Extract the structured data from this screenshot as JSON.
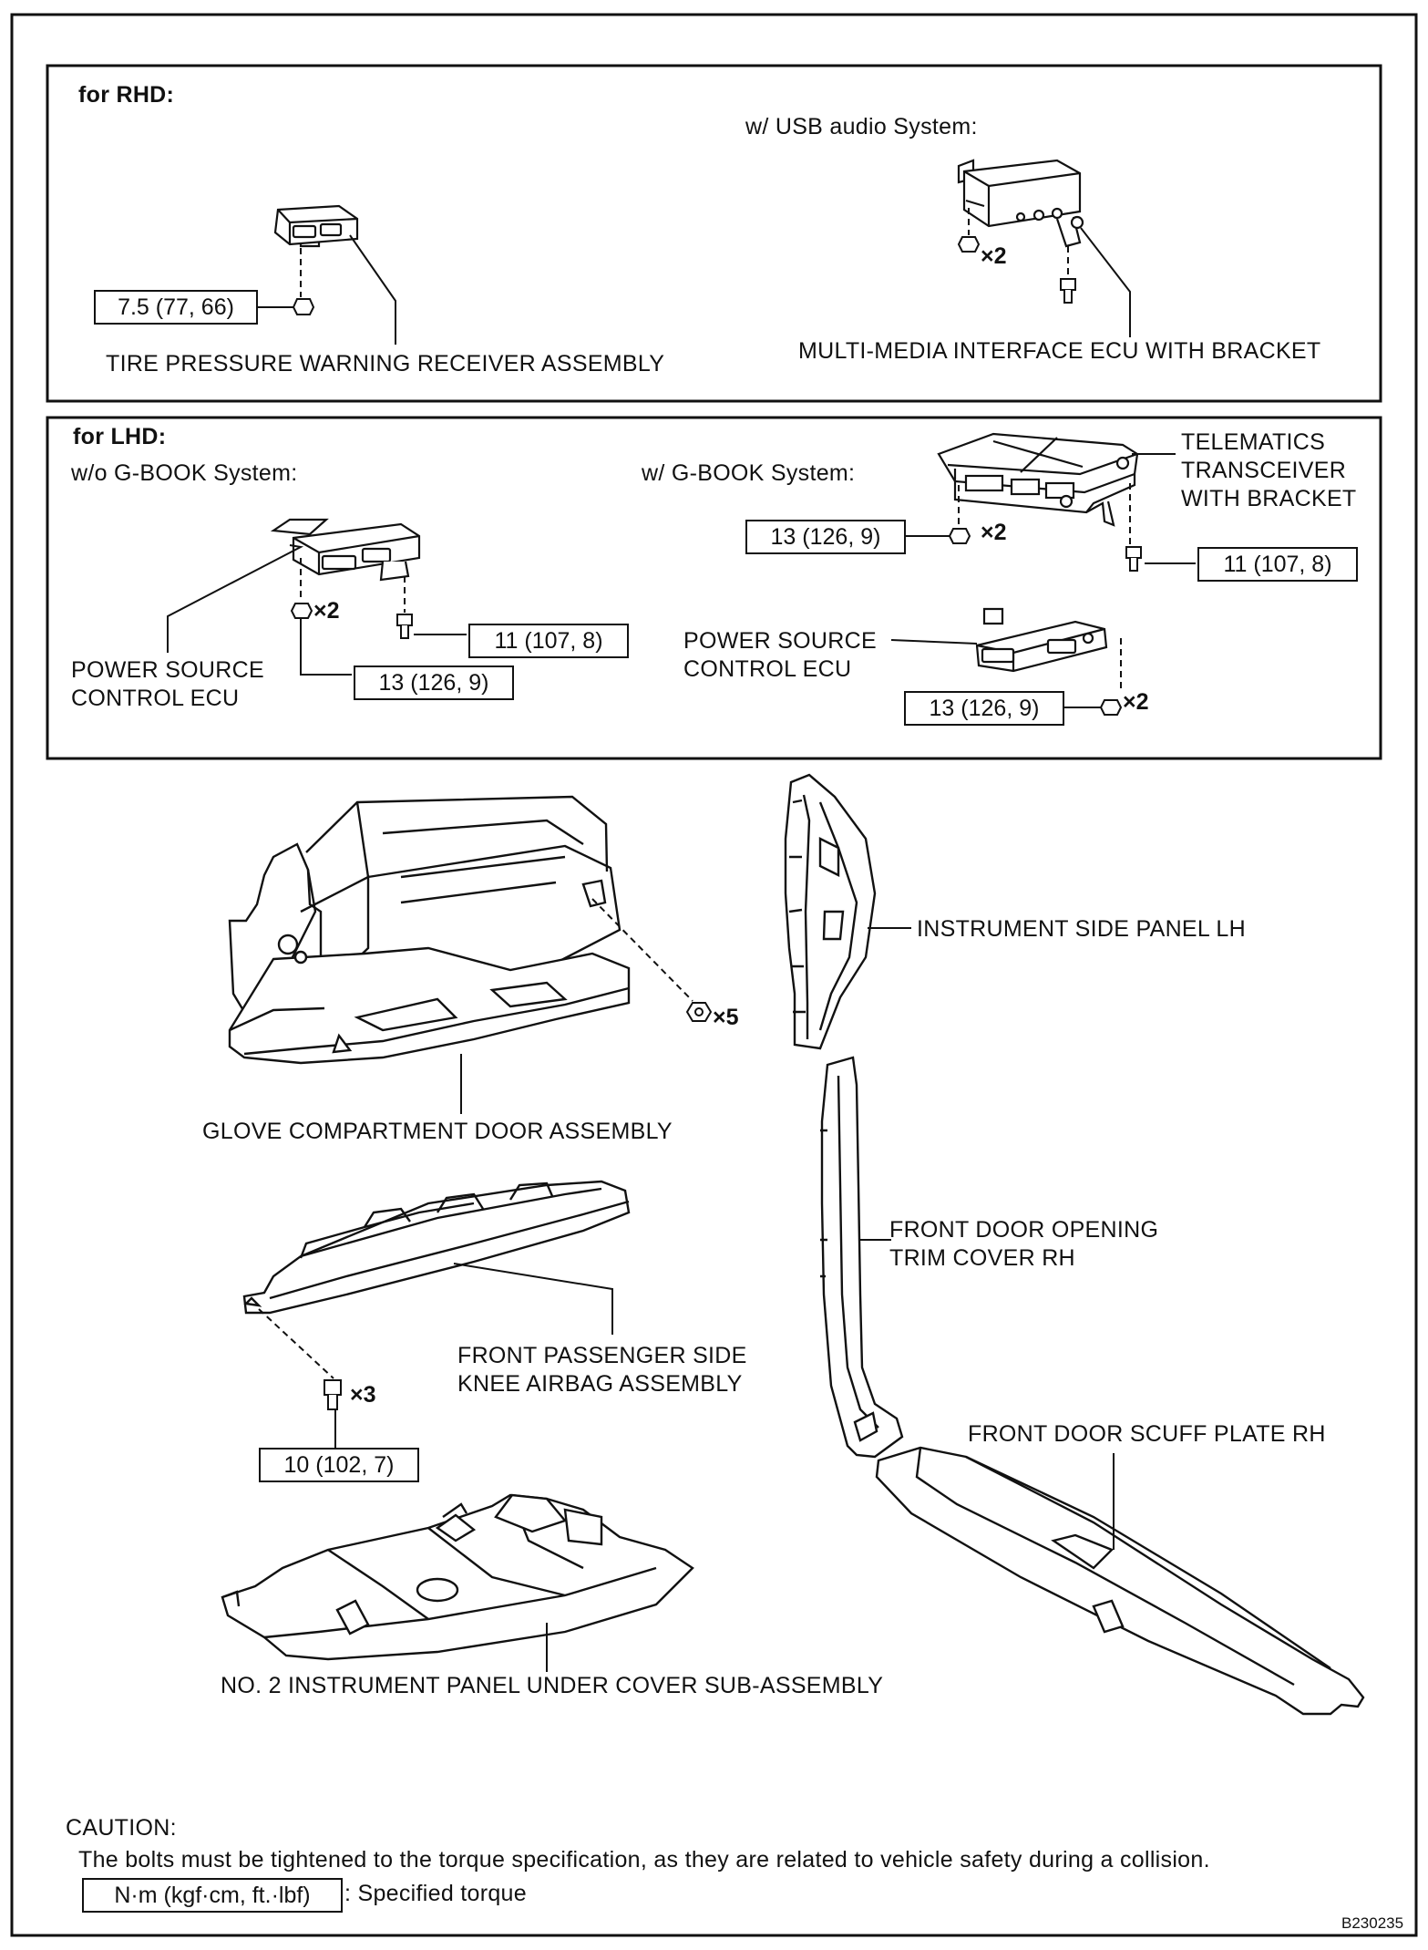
{
  "rhd": {
    "heading": "for RHD:",
    "usb_heading": "w/ USB audio System:",
    "torque": "7.5 (77, 66)",
    "tire_label": "TIRE PRESSURE WARNING RECEIVER ASSEMBLY",
    "mmi_label": "MULTI-MEDIA INTERFACE ECU WITH BRACKET",
    "mult_mmi": "×2"
  },
  "lhd": {
    "heading": "for LHD:",
    "wo_gbook": "w/o G-BOOK System:",
    "w_gbook": "w/ G-BOOK System:",
    "telematics": "TELEMATICS\nTRANSCEIVER\nWITH BRACKET",
    "psc_left": "POWER SOURCE\nCONTROL ECU",
    "psc_right": "POWER SOURCE\nCONTROL ECU",
    "torque_13_left": "13 (126, 9)",
    "torque_11_left": "11 (107, 8)",
    "torque_13_tele": "13 (126, 9)",
    "torque_11_tele": "11 (107, 8)",
    "torque_13_right": "13 (126, 9)",
    "mult_left": "×2",
    "mult_tele": "×2",
    "mult_right": "×2"
  },
  "main": {
    "instrument_side_panel": "INSTRUMENT SIDE PANEL LH",
    "glove_compartment": "GLOVE COMPARTMENT DOOR ASSEMBLY",
    "mult_glove": "×5",
    "front_door_opening": "FRONT DOOR OPENING\nTRIM COVER RH",
    "knee_airbag": "FRONT PASSENGER SIDE\nKNEE AIRBAG ASSEMBLY",
    "mult_knee": "×3",
    "torque_knee": "10 (102, 7)",
    "scuff_plate": "FRONT DOOR SCUFF PLATE RH",
    "under_cover": "NO. 2 INSTRUMENT PANEL UNDER COVER SUB-ASSEMBLY"
  },
  "caution": {
    "title": "CAUTION:",
    "text": "The bolts must be tightened to the torque specification, as they are related to vehicle safety during a collision.",
    "legend_box": "N·m (kgf·cm, ft.·lbf)",
    "legend_text": ": Specified torque"
  },
  "figure_code": "B230235"
}
